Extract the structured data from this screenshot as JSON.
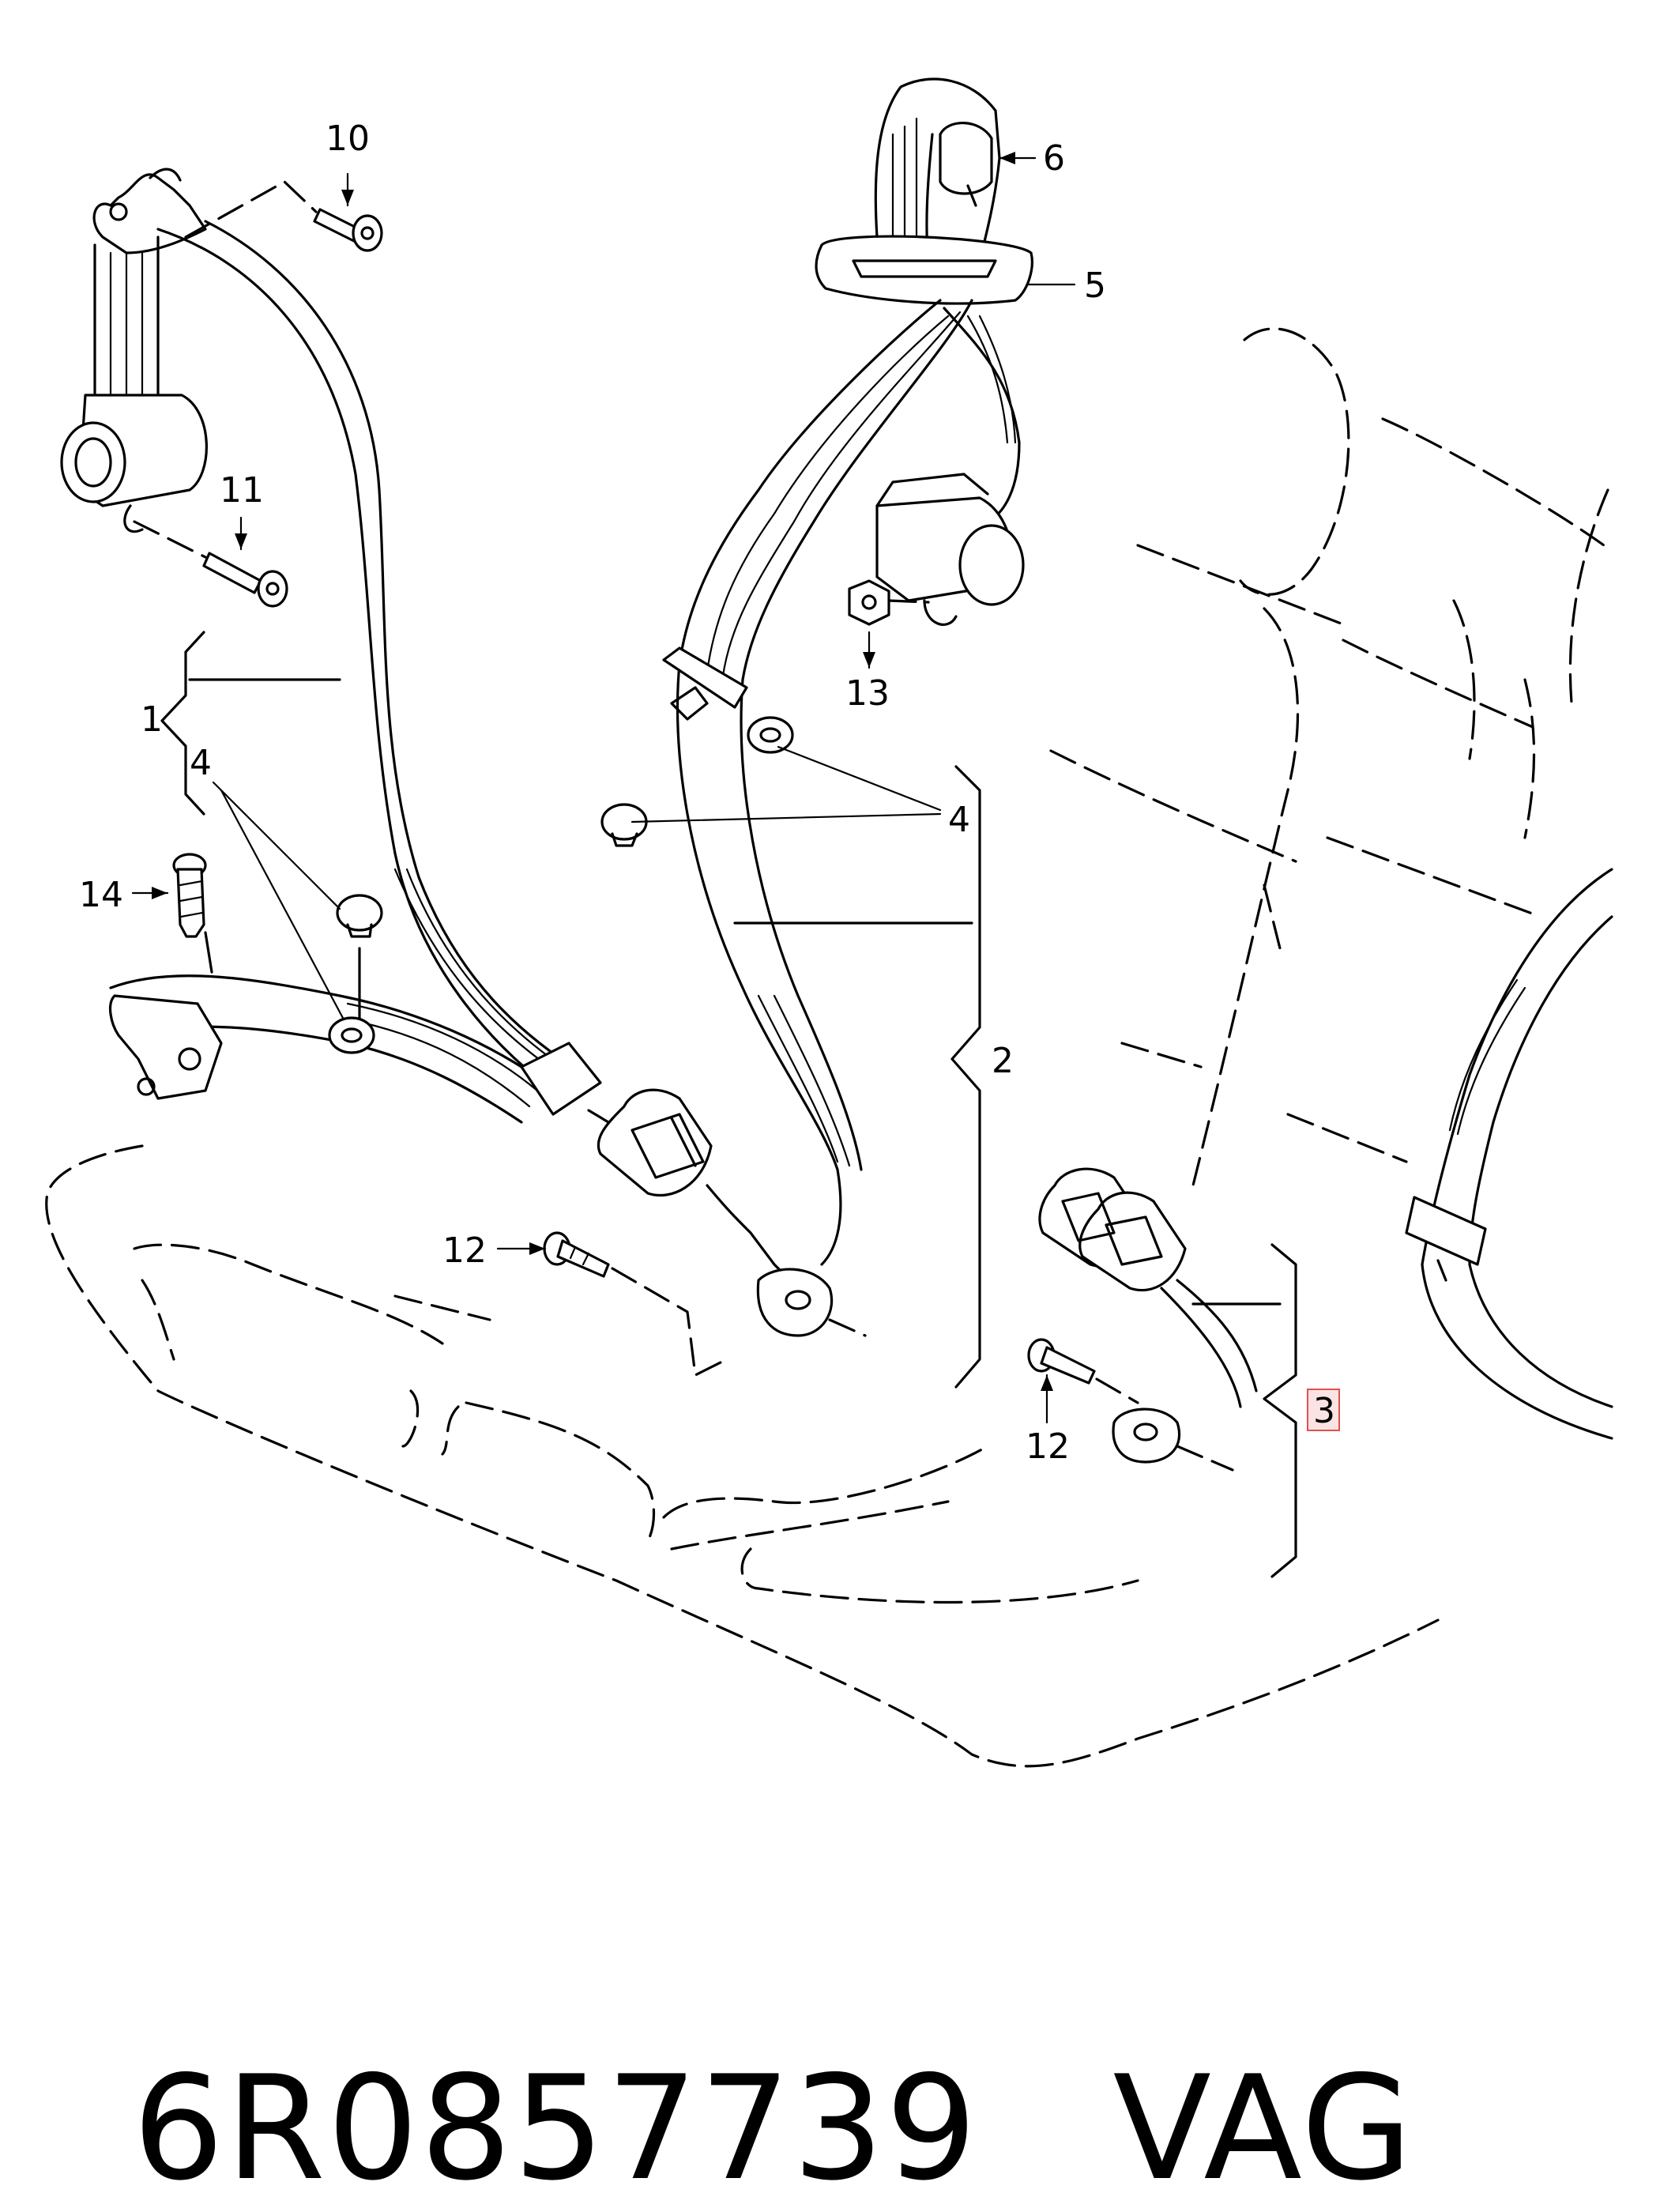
{
  "callouts": {
    "c10": "10",
    "c6": "6",
    "c5": "5",
    "c11": "11",
    "c13": "13",
    "c1": "1",
    "c4a": "4",
    "c4b": "4",
    "c14": "14",
    "c2": "2",
    "c12a": "12",
    "c12b": "12",
    "c3": "3"
  },
  "footer": {
    "part_number": "6R0857739",
    "brand": "VAG"
  },
  "colors": {
    "highlight_box": "#e0504f",
    "highlight_fill": "#fbe3e3",
    "line": "#000000"
  }
}
